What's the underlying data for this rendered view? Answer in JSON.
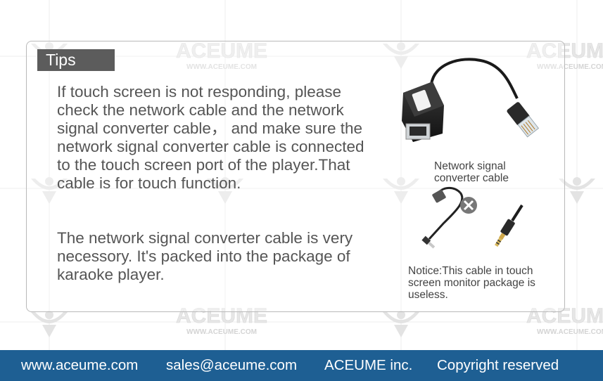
{
  "watermark": {
    "brand": "ACEUME",
    "url": "WWW.ACEUME.COM"
  },
  "tips_label": "Tips",
  "paragraphs": [
    "If touch screen is not responding, please check the network cable and the network signal converter cable， and make sure the network signal converter cable is connected to the touch screen port of the player.That cable is for touch function.",
    "The network signal converter cable is very necessory. It's packed into the package of karaoke player."
  ],
  "captions": {
    "converter": "Network signal converter cable",
    "notice": "Notice:This cable in touch screen monitor package is useless."
  },
  "footer": {
    "website": "www.aceume.com",
    "email": "sales@aceume.com",
    "company": "ACEUME inc.",
    "copyright": "Copyright reserved"
  },
  "colors": {
    "footer_bg": "#1e5f93",
    "tips_bg": "#5c5c5c",
    "text": "#555555"
  },
  "icons": [
    "converter-cable-photo",
    "audio-cable-photo",
    "cross-mark-icon",
    "jack-plug-photo"
  ]
}
